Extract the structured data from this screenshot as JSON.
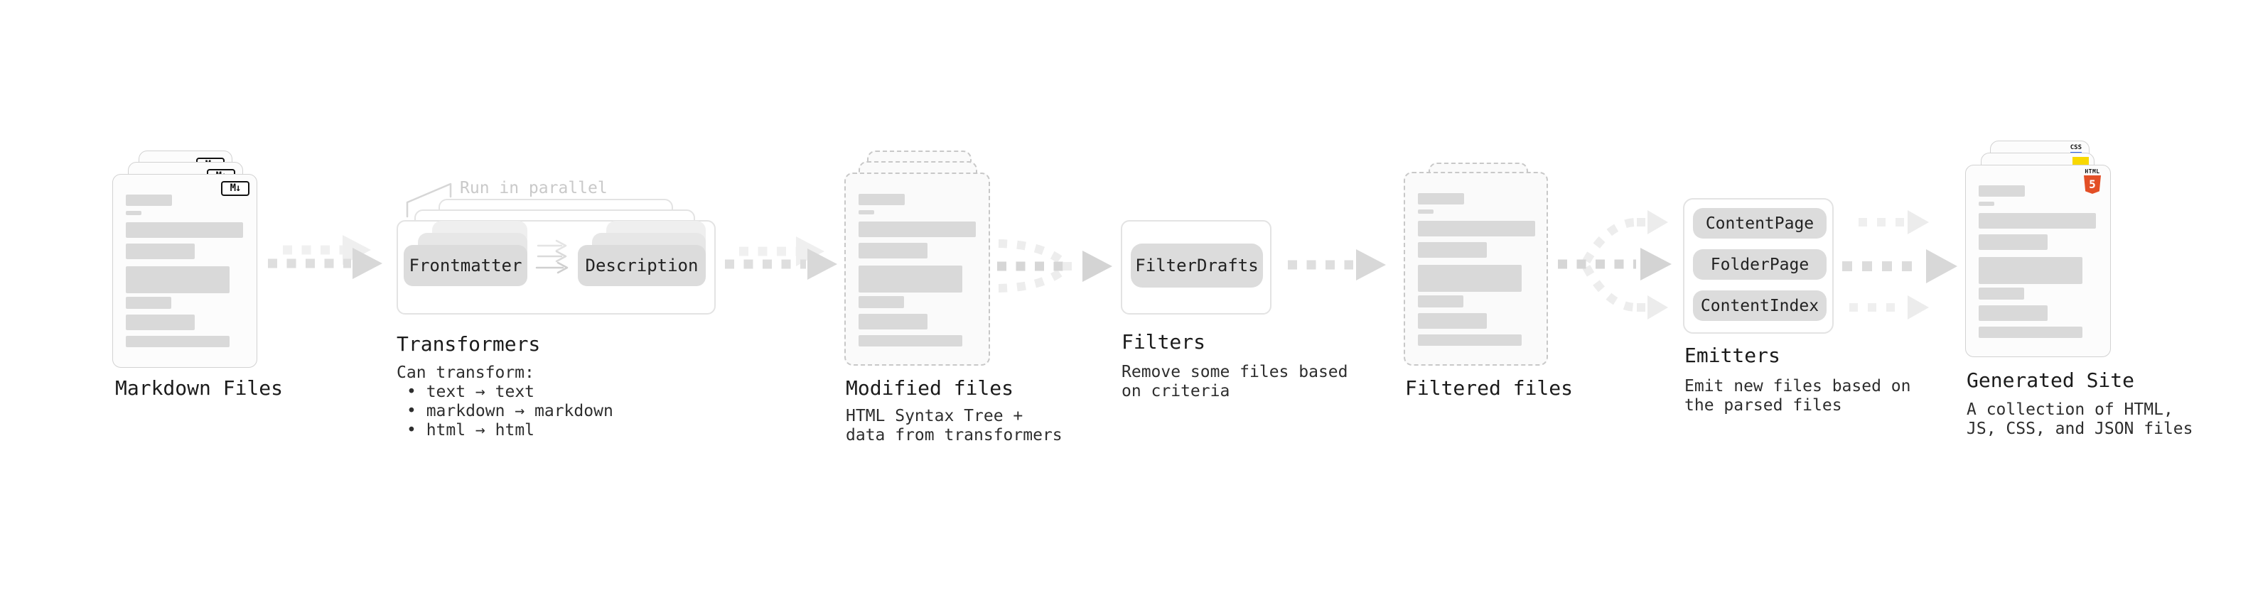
{
  "stages": {
    "markdown_files": {
      "label": "Markdown Files",
      "badge": "M↓"
    },
    "transformers": {
      "label": "Transformers",
      "annotation": "Run in parallel",
      "pill_left": "Frontmatter",
      "pill_right": "Description",
      "caption_title": "Can transform:",
      "bullets": [
        "• text → text",
        "• markdown → markdown",
        "• html → html"
      ]
    },
    "modified_files": {
      "label": "Modified files",
      "caption": [
        "HTML Syntax Tree +",
        "data from transformers"
      ]
    },
    "filters": {
      "label": "Filters",
      "pill": "FilterDrafts",
      "caption": [
        "Remove some files based",
        "on criteria"
      ]
    },
    "filtered_files": {
      "label": "Filtered files"
    },
    "emitters": {
      "label": "Emitters",
      "pills": [
        "ContentPage",
        "FolderPage",
        "ContentIndex"
      ],
      "caption": [
        "Emit new files based on",
        "the parsed files"
      ]
    },
    "generated_site": {
      "label": "Generated Site",
      "caption": [
        "A collection of HTML,",
        "JS, CSS, and JSON files"
      ],
      "badges": {
        "css_label": "CSS",
        "html_label": "HTML",
        "html_number": "5"
      }
    }
  },
  "colors": {
    "placeholder_bar": "#d9d9d9",
    "pill_fill": "#dcdcdc",
    "arrow_gray": "#d8d8d8",
    "arrow_light": "#ececec",
    "html5_orange": "#e34f26",
    "js_yellow": "#f8d800",
    "css_blue": "#2760e8"
  }
}
